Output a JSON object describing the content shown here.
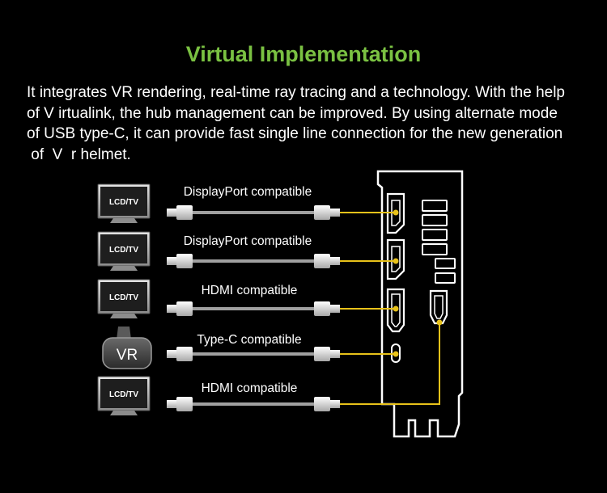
{
  "header": {
    "title": "Virtual Implementation"
  },
  "description": {
    "lines": [
      "It integrates VR rendering, real-time ray tracing and a technology. With the help",
      "of V irtualink, the hub management can be improved. By using alternate mode",
      "of USB type-C, it can provide fast single line connection for the new generation",
      " of  V  r helmet."
    ]
  },
  "diagram": {
    "connections": [
      {
        "device": "LCD/TV",
        "label": "DisplayPort compatible",
        "port": "displayport-icon"
      },
      {
        "device": "LCD/TV",
        "label": "DisplayPort compatible",
        "port": "displayport-icon"
      },
      {
        "device": "LCD/TV",
        "label": "HDMI compatible",
        "port": "hdmi-icon"
      },
      {
        "device": "VR",
        "label": "Type-C compatible",
        "port": "usb-c-icon"
      },
      {
        "device": "LCD/TV",
        "label": "HDMI compatible",
        "port": "hdmi-icon"
      }
    ],
    "colors": {
      "accent": "#7ac142",
      "wire": "#e8c21a",
      "outline": "#ffffff",
      "cable": "#9a9a9a"
    }
  }
}
